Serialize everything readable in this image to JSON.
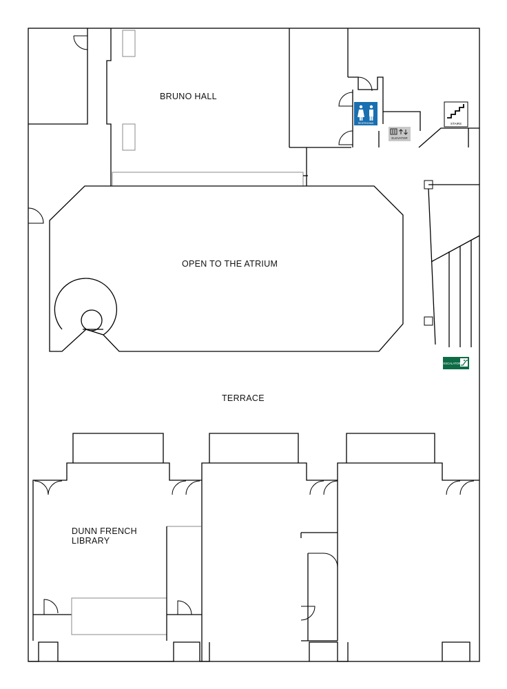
{
  "rooms": {
    "bruno_hall": "BRUNO HALL",
    "atrium": "OPEN TO THE ATRIUM",
    "terrace": "TERRACE",
    "dunn_french_line1": "DUNN FRENCH",
    "dunn_french_line2": "LIBRARY"
  },
  "amenities": {
    "restrooms": "RESTROOMS",
    "elevator": "ELEVATOR",
    "stairs": "STAIRS",
    "escalator": "ESCALATOR"
  },
  "colors": {
    "restroom_sign": "#1a6fb0",
    "escalator_sign": "#0d6b45",
    "elevator_sign": "#c8c8c8",
    "wall": "#000000"
  },
  "icons": [
    "restroom-icon",
    "elevator-icon",
    "stairs-icon",
    "escalator-icon"
  ]
}
